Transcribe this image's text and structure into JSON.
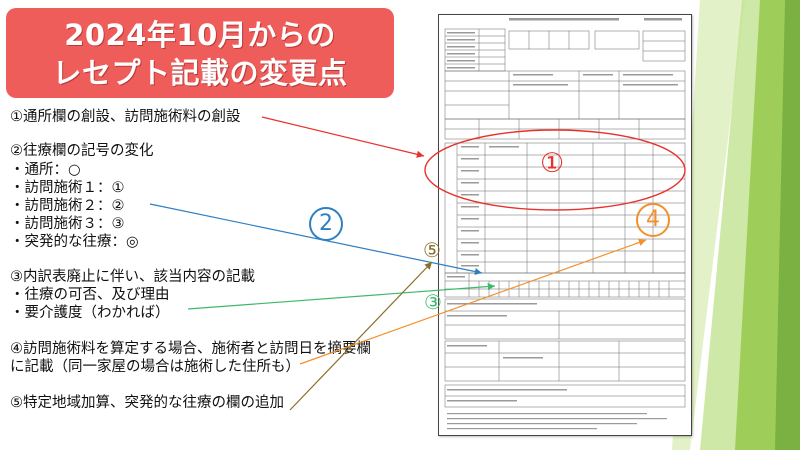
{
  "title": {
    "line1": "2024年10月からの",
    "line2": "レセプト記載の変更点"
  },
  "items": [
    "①通所欄の創設、訪問施術料の創設",
    "②往療欄の記号の変化",
    "・通所：○",
    "・訪問施術１：①",
    "・訪問施術２：②",
    "・訪問施術３：③",
    "・突発的な往療：◎",
    "③内訳表廃止に伴い、該当内容の記載",
    "・往療の可否、及び理由",
    "・要介護度（わかれば）",
    "④訪問施術料を算定する場合、施術者と訪問日を摘要欄",
    "に記載（同一家屋の場合は施術した住所も）",
    "⑤特定地域加算、突発的な往療の欄の追加"
  ],
  "callouts": {
    "n1": "①",
    "n2": "2",
    "n3": "③",
    "n4": "4",
    "n5": "⑤"
  },
  "colors": {
    "title_bg": "#ef5d5a",
    "callout1": "#e8312c",
    "callout2": "#2e7fc4",
    "callout3": "#3cb96a",
    "callout4": "#f3902c",
    "callout5": "#8a6f2a",
    "accent_green": "#8dc63f"
  }
}
